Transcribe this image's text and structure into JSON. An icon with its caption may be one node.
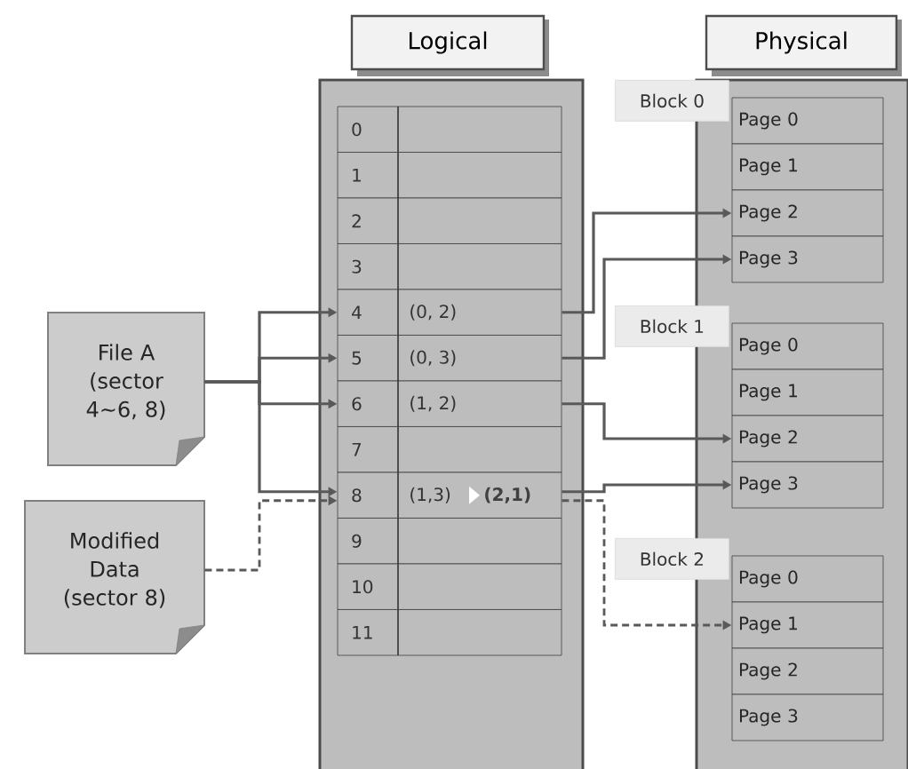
{
  "diagram": {
    "nodes": [
      {
        "text": [
          "Logical"
        ]
      },
      {
        "text": [
          "Physical"
        ]
      },
      {
        "text": [],
        "shape": "box"
      },
      {
        "text": [
          "0"
        ],
        "in": 2
      },
      {
        "text": [
          "1"
        ],
        "in": 2
      },
      {
        "text": [
          "2"
        ],
        "in": 2
      },
      {
        "text": [
          "3"
        ],
        "in": 2
      },
      {
        "text": [
          "4",
          "(0, 2)"
        ],
        "in": 2
      },
      {
        "text": [
          "5",
          "(0, 3)"
        ],
        "in": 2
      },
      {
        "text": [
          "6",
          "(1, 2)"
        ],
        "in": 2
      },
      {
        "text": [
          "7"
        ],
        "in": 2
      },
      {
        "text": [
          "8",
          "(1,3)",
          "(2,1)"
        ],
        "in": 2
      },
      {
        "text": [
          "9"
        ],
        "in": 2
      },
      {
        "text": [
          "10"
        ],
        "in": 2
      },
      {
        "text": [
          "11"
        ],
        "in": 2
      },
      {
        "text": [],
        "shape": "box"
      },
      {
        "text": [
          "Block 0"
        ]
      },
      {
        "text": [
          "Page 0"
        ],
        "in": 15
      },
      {
        "text": [
          "Page 1"
        ],
        "in": 15
      },
      {
        "text": [
          "Page 2"
        ],
        "in": 15
      },
      {
        "text": [
          "Page 3"
        ],
        "in": 15
      },
      {
        "text": [
          "Block 1"
        ]
      },
      {
        "text": [
          "Page 0"
        ],
        "in": 15
      },
      {
        "text": [
          "Page 1"
        ],
        "in": 15
      },
      {
        "text": [
          "Page 2"
        ],
        "in": 15
      },
      {
        "text": [
          "Page 3"
        ],
        "in": 15
      },
      {
        "text": [
          "Block 2"
        ]
      },
      {
        "text": [
          "Page 0"
        ],
        "in": 15
      },
      {
        "text": [
          "Page 1"
        ],
        "in": 15
      },
      {
        "text": [
          "Page 2"
        ],
        "in": 15
      },
      {
        "text": [
          "Page 3"
        ],
        "in": 15
      },
      {
        "text": [
          "File A (sector 4~6, 8)"
        ]
      },
      {
        "text": [
          "Modified Data (sector 8)"
        ]
      }
    ],
    "edges": [
      {
        "from": 31,
        "to": 7,
        "arrow": "to"
      },
      {
        "from": 31,
        "to": 8,
        "arrow": "to"
      },
      {
        "from": 31,
        "to": 9,
        "arrow": "to"
      },
      {
        "from": 31,
        "to": 11,
        "arrow": "to"
      },
      {
        "from": 32,
        "to": 11,
        "arrow": "to",
        "style": "dashed"
      },
      {
        "from": 7,
        "to": 19,
        "arrow": "to"
      },
      {
        "from": 8,
        "to": 20,
        "arrow": "to"
      },
      {
        "from": 9,
        "to": 24,
        "arrow": "to"
      },
      {
        "from": 11,
        "to": 25,
        "arrow": "to"
      },
      {
        "from": 11,
        "to": 28,
        "arrow": "to",
        "style": "dashed"
      }
    ]
  }
}
